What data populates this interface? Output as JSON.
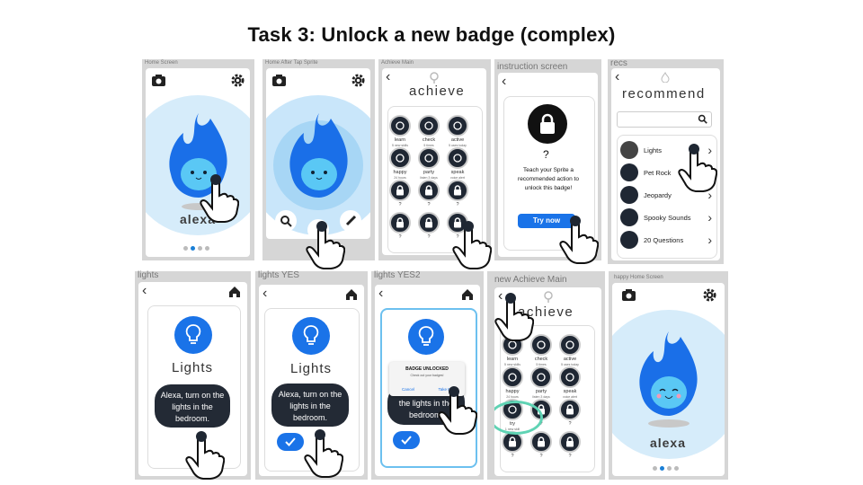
{
  "page": {
    "title": "Task 3: Unlock a new badge (complex)"
  },
  "colors": {
    "accent": "#1a73e8",
    "dark": "#1f2733",
    "highlight": "#5fd3b4",
    "flame": "#1a6fe8"
  },
  "frames": {
    "home": {
      "label": "Home Screen",
      "name": "alexa"
    },
    "home_tap": {
      "label": "Home After Tap Sprite"
    },
    "achieve_main": {
      "label": "Achieve Main",
      "heading": "achieve"
    },
    "instruction": {
      "label": "instruction screen",
      "question": "?",
      "text": "Teach your Sprite a recommended action to unlock this badge!",
      "button": "Try now"
    },
    "recs": {
      "label": "recs",
      "heading": "recommend",
      "items": [
        "Lights",
        "Pet Rock",
        "Jeopardy",
        "Spooky Sounds",
        "20 Questions"
      ]
    },
    "lights": {
      "label": "lights",
      "heading": "Lights",
      "bubble": "Alexa, turn on the lights in the bedroom."
    },
    "lights_yes": {
      "label": "lights YES",
      "heading": "Lights",
      "bubble": "Alexa, turn on the lights in the bedroom."
    },
    "lights_yes2": {
      "label": "lights YES2",
      "bubble": "the lights in the bedroom.",
      "dialog_title": "BADGE UNLOCKED",
      "dialog_text": "Check out your badges!",
      "dialog_cancel": "Cancel",
      "dialog_ok": "Take Me"
    },
    "new_achieve": {
      "label": "new Achieve Main",
      "heading": "achieve"
    },
    "happy_home": {
      "label": "happy Home Screen",
      "name": "alexa"
    }
  },
  "badges": [
    {
      "name": "learn",
      "sub": "5 new skills"
    },
    {
      "name": "check",
      "sub": "5 times"
    },
    {
      "name": "active",
      "sub": "5 uses today"
    },
    {
      "name": "happy",
      "sub": "24 hours"
    },
    {
      "name": "party",
      "sub": "listen 3 days"
    },
    {
      "name": "speak",
      "sub": "voice alert"
    }
  ],
  "locked_label": "?",
  "try_badge": {
    "name": "try",
    "sub": "1 new skill"
  }
}
